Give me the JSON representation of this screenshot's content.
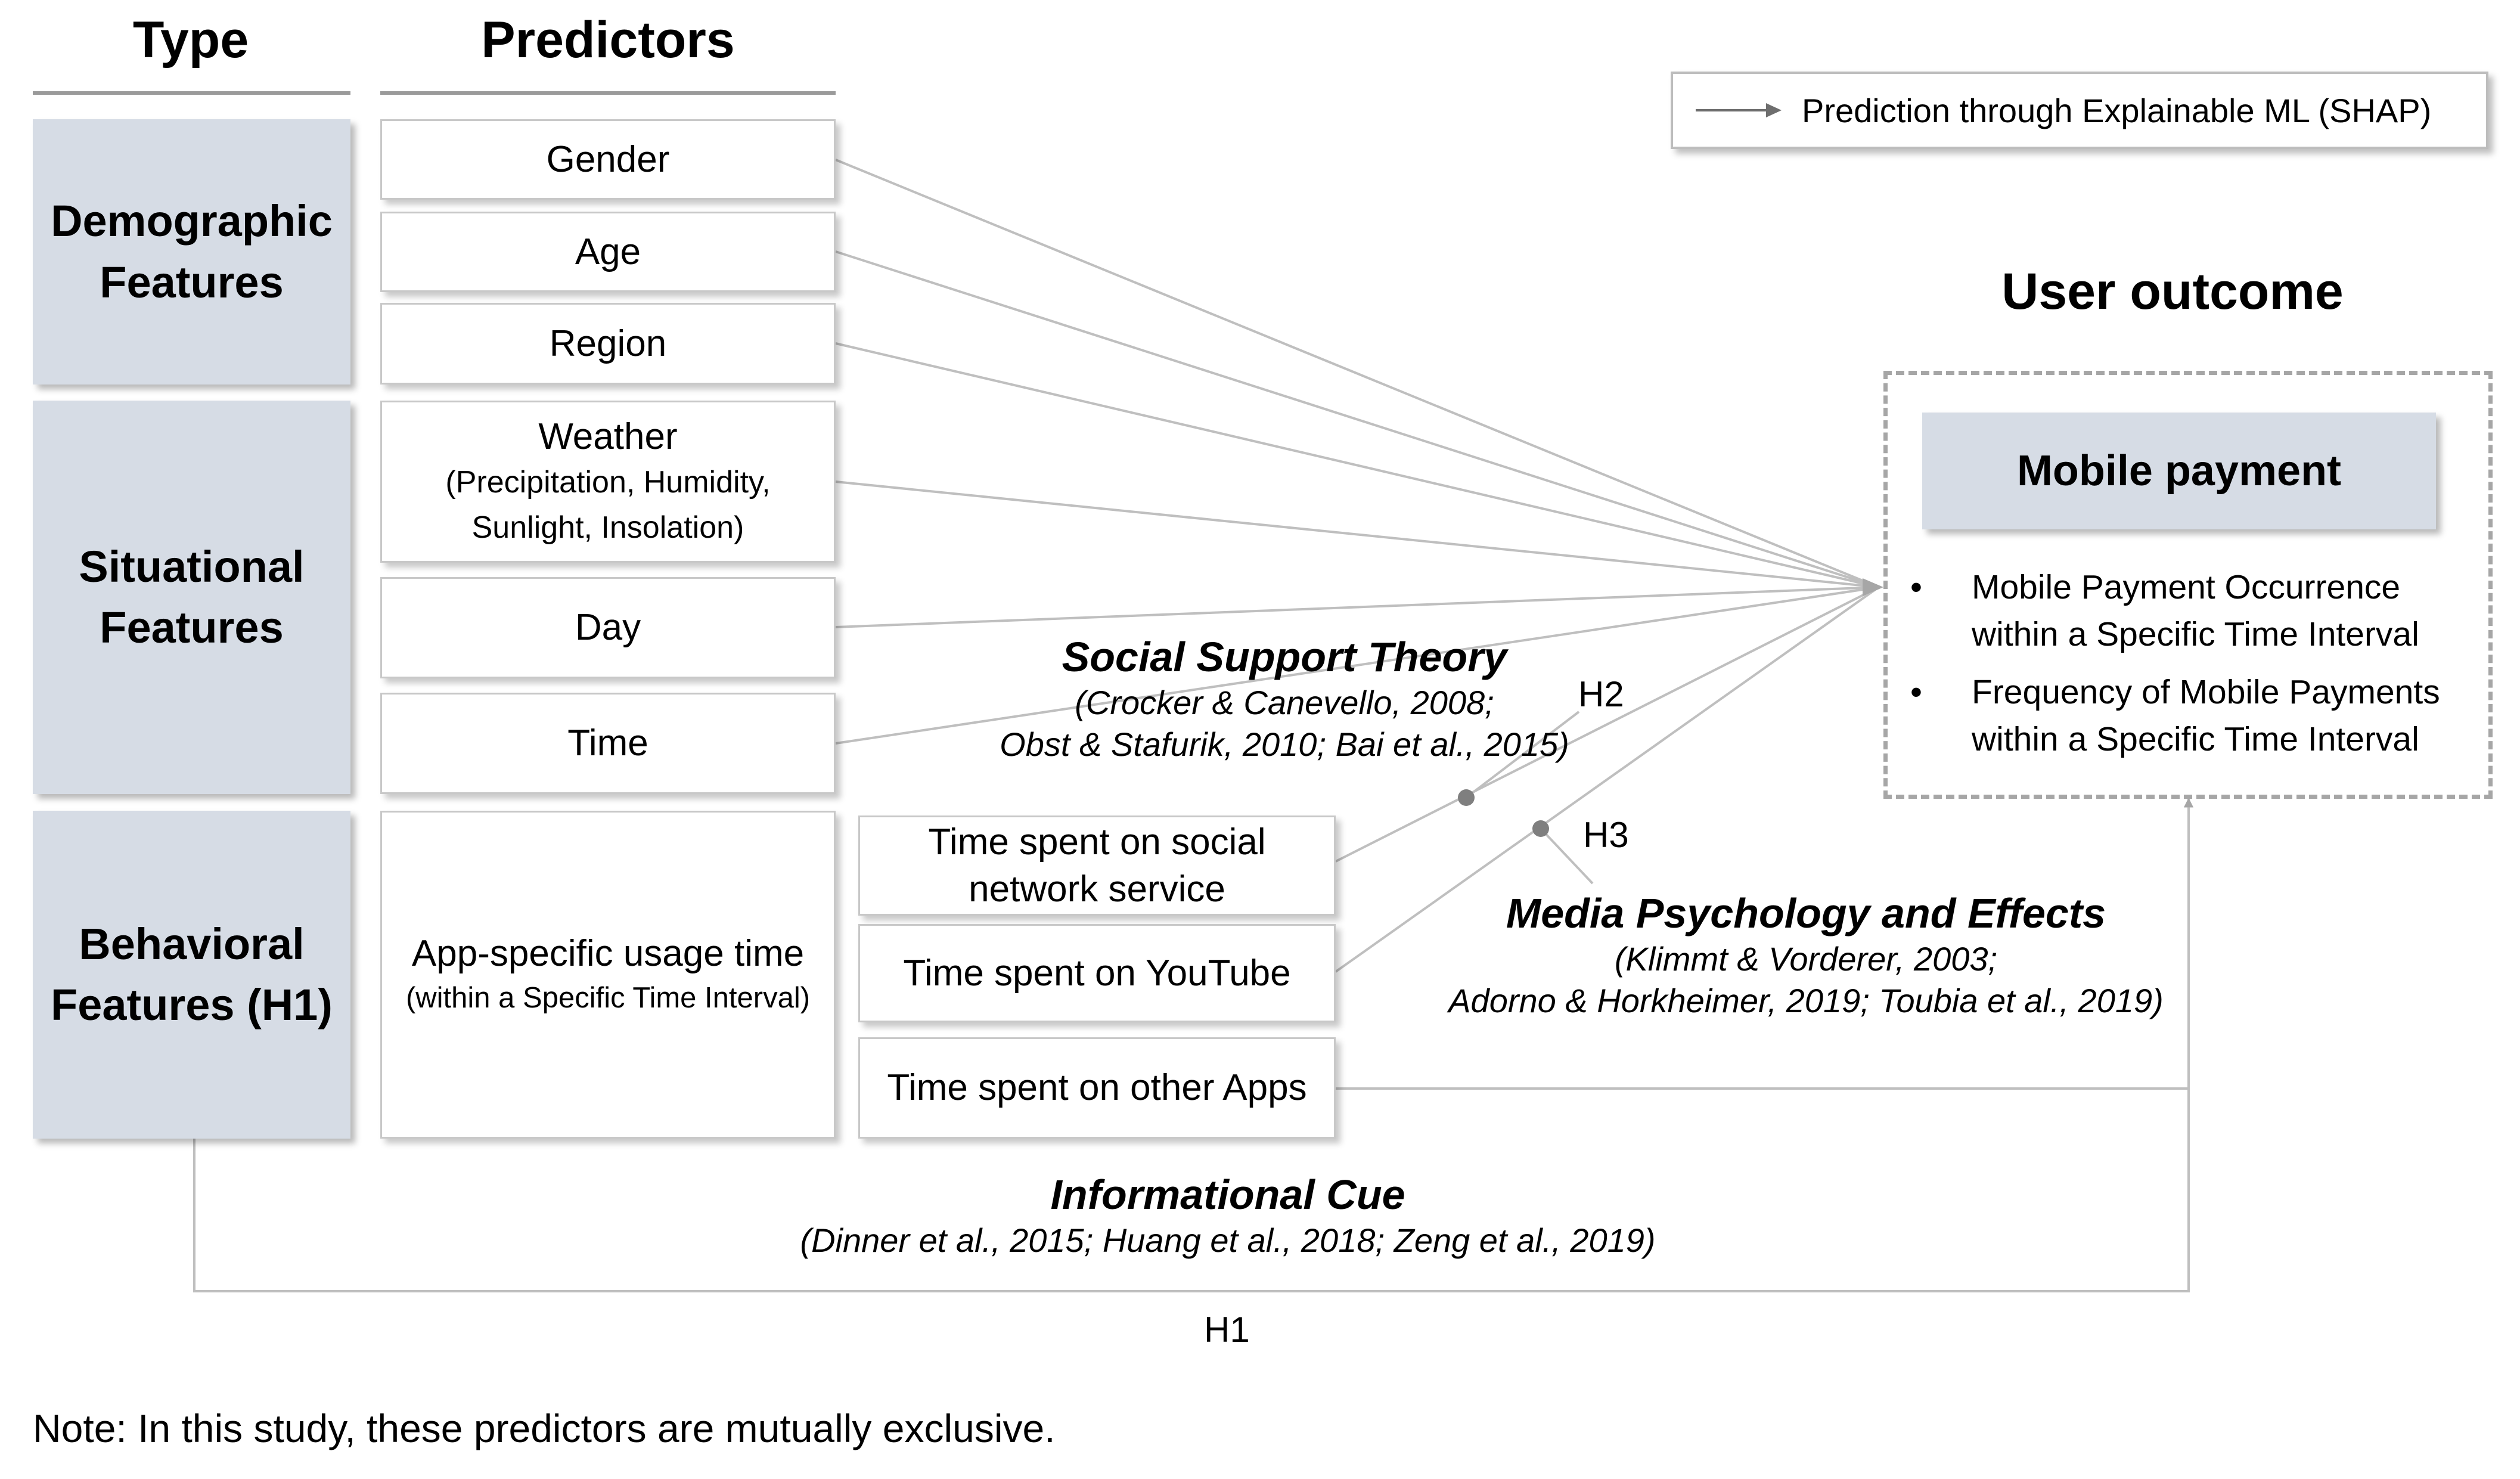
{
  "headers": {
    "type": "Type",
    "predictors": "Predictors"
  },
  "types": {
    "demographic_line1": "Demographic",
    "demographic_line2": "Features",
    "situational_line1": "Situational",
    "situational_line2": "Features",
    "behavioral_line1": "Behavioral",
    "behavioral_line2": "Features (H1)"
  },
  "predictors": {
    "gender": "Gender",
    "age": "Age",
    "region": "Region",
    "weather": "Weather",
    "weather_sub1": "(Precipitation, Humidity,",
    "weather_sub2": "Sunlight,  Insolation)",
    "day": "Day",
    "time": "Time",
    "app_usage": "App-specific usage time",
    "app_usage_sub": "(within a Specific Time Interval)"
  },
  "apps": {
    "social_line1": "Time spent on social",
    "social_line2": "network service",
    "youtube": "Time spent on YouTube",
    "other": "Time spent on other Apps"
  },
  "theories": {
    "social_support": "Social Support Theory",
    "social_support_cite1": "(Crocker & Canevello, 2008;",
    "social_support_cite2": "Obst & Stafurik, 2010; Bai et al., 2015)",
    "media_psychology": "Media Psychology and Effects",
    "media_cite1": "(Klimmt & Vorderer, 2003;",
    "media_cite2": "Adorno & Horkheimer, 2019; Toubia et al., 2019)",
    "informational_cue": "Informational Cue",
    "informational_cite": "(Dinner et al., 2015; Huang et al., 2018; Zeng et al., 2019)"
  },
  "hypotheses": {
    "h1": "H1",
    "h2": "H2",
    "h3": "H3"
  },
  "legend": {
    "label": "Prediction through Explainable ML (SHAP)",
    "icon": "arrow-right-icon"
  },
  "outcome": {
    "title": "User outcome",
    "box": "Mobile payment",
    "bullet1_line1": "Mobile Payment Occurrence",
    "bullet1_line2": "within a Specific Time Interval",
    "bullet2_line1": "Frequency of Mobile Payments",
    "bullet2_line2": "within a Specific Time Interval",
    "bullet_char": "•"
  },
  "note": "Note: In this study, these predictors are mutually  exclusive.",
  "colors": {
    "type_fill": "#d6dce5",
    "line": "#bfbfbf",
    "dash_border": "#a6a6a6",
    "dot": "#7f7f7f"
  }
}
